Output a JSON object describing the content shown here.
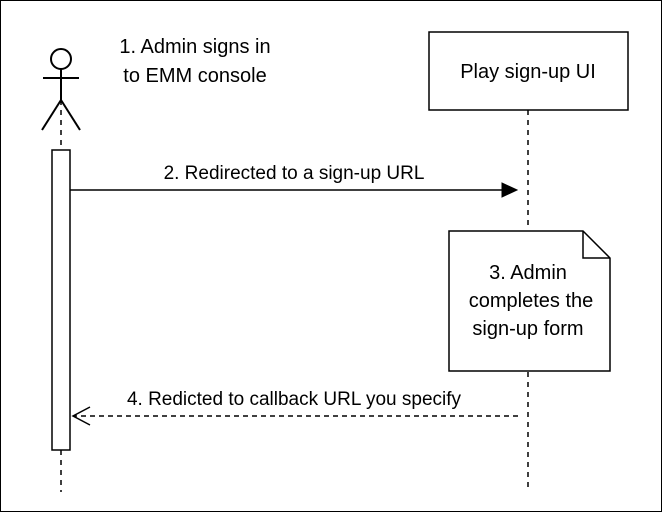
{
  "diagram": {
    "actor_caption": [
      "1. Admin signs in",
      "to EMM console"
    ],
    "participant": "Play sign-up UI",
    "message_redirect": "2. Redirected to a sign-up URL",
    "note": [
      "3. Admin",
      "completes the",
      "sign-up form"
    ],
    "message_callback": "4. Redicted to callback URL you specify",
    "colors": {
      "stroke": "#000000",
      "background": "#ffffff",
      "frame": "#000000"
    }
  }
}
